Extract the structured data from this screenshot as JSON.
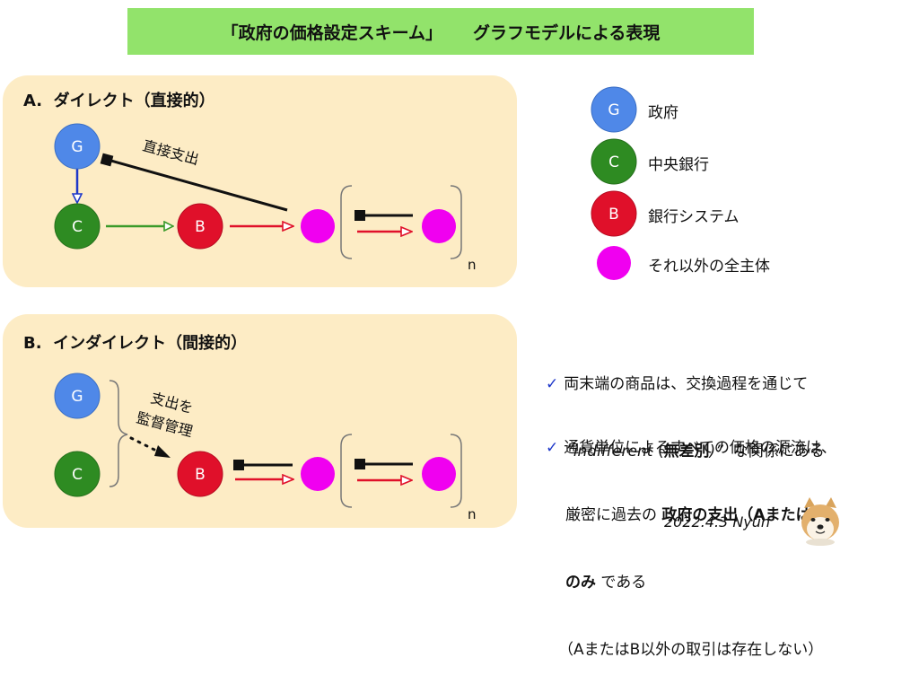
{
  "title": {
    "main": "「政府の価格設定スキーム」",
    "sub": "グラフモデルによる表現"
  },
  "panel_a": {
    "heading": "A.  ダイレクト（直接的）",
    "edge_label": "直接支出",
    "repeat_label": "n"
  },
  "panel_b": {
    "heading": "B.  インダイレクト（間接的）",
    "edge_label_line1": "支出を",
    "edge_label_line2": "監督管理",
    "repeat_label": "n"
  },
  "nodes": {
    "government": "G",
    "central_bank": "C",
    "bank_system": "B"
  },
  "legend": {
    "g_label": "政府",
    "c_label": "中央銀行",
    "b_label": "銀行システム",
    "other_label": "それ以外の全主体"
  },
  "notes": {
    "n1_line1": "両末端の商品は、交換過程を通じて",
    "n1_line2_quote_open": "”",
    "n1_line2_en": "indifferent",
    "n1_line2_paren_open": " (",
    "n1_line2_bold": "無差別",
    "n1_line2_paren_close": ")",
    "n1_line2_quote_close": "”",
    "n1_line2_rest": "  な関係にある",
    "n2_line1": "通貨単位によるすべての価格の源流は、",
    "n2_line2_pre": "厳密に過去の ",
    "n2_line2_bold": "政府の支出（AまたはB）",
    "n2_line3_bold": "のみ",
    "n2_line3_rest": " である",
    "n2_line4": "（AまたはB以外の取引は存在しない）"
  },
  "signature": "2022.4.3 Nyun",
  "colors": {
    "title_bg": "#92e36b",
    "panel_bg": "#fdecc5",
    "government": "#4f88e8",
    "central_bank": "#2e8b22",
    "bank_system": "#e0102a",
    "other": "#f000f0",
    "check": "#1d37c9"
  },
  "icons": {
    "check": "check-mark-icon",
    "avatar": "shiba-dog-avatar-icon"
  }
}
